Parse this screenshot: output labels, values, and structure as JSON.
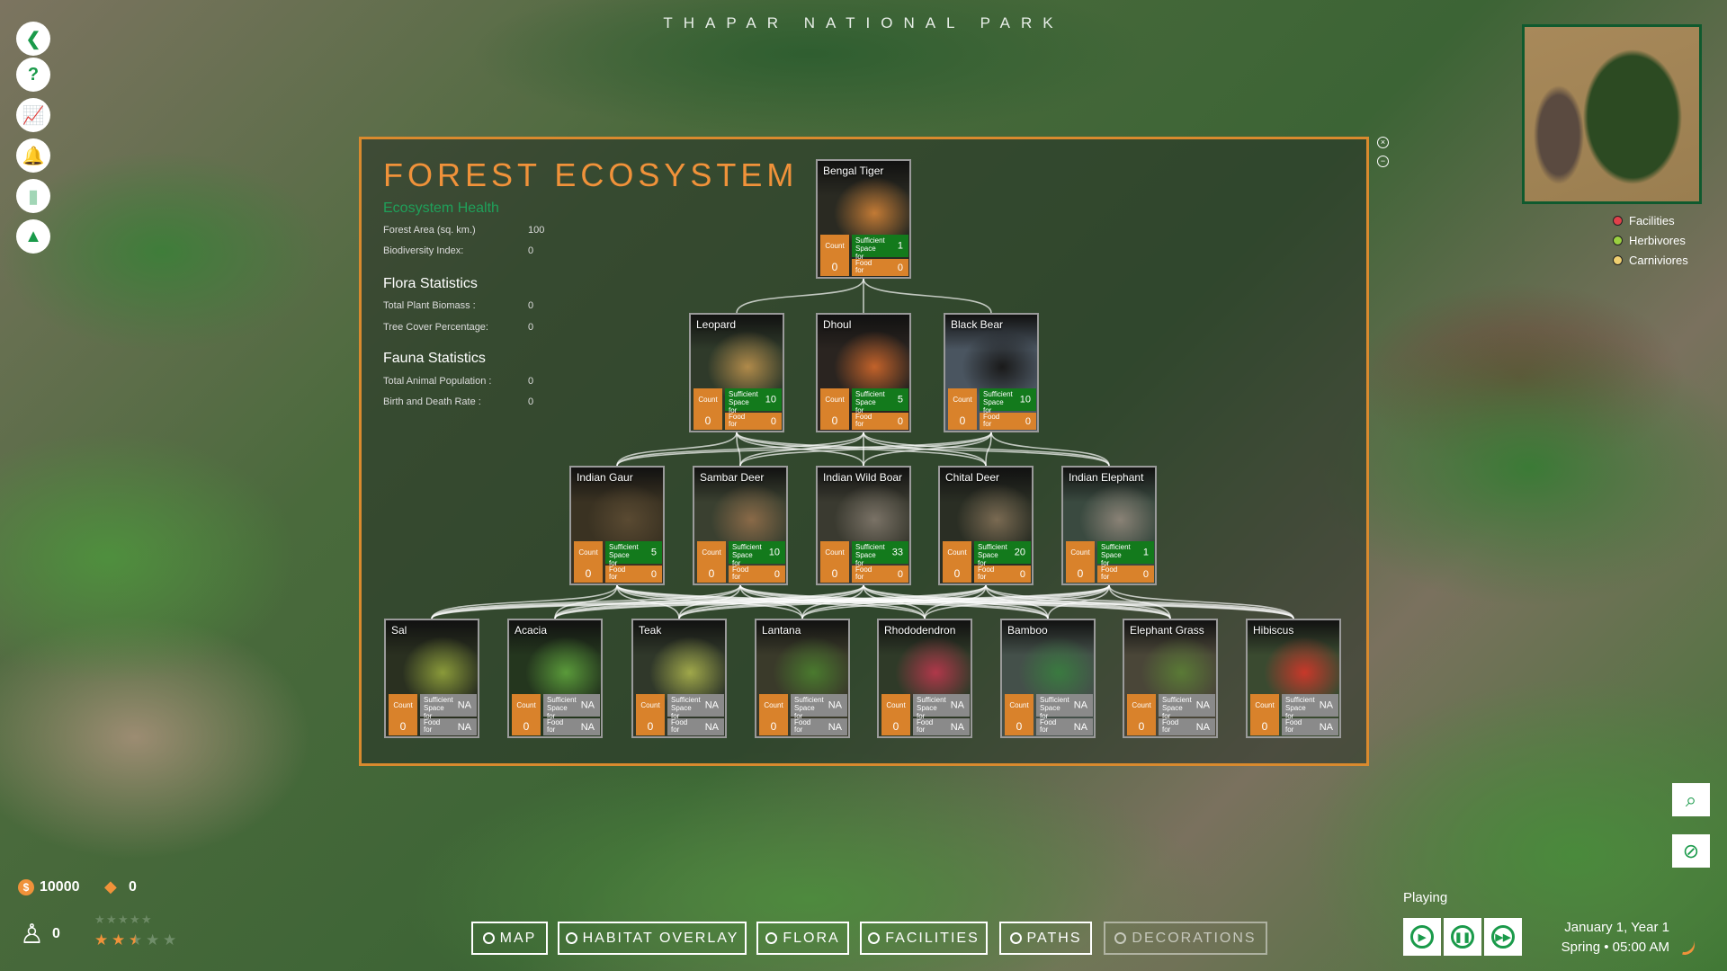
{
  "park_title": "THAPAR NATIONAL PARK",
  "sidebar": {
    "items": [
      {
        "icon": "back-arrow-icon",
        "glyph": "❮"
      },
      {
        "icon": "help-icon",
        "glyph": "?"
      },
      {
        "icon": "stats-chart-icon",
        "glyph": "📈"
      },
      {
        "icon": "bell-icon",
        "glyph": "🔔"
      },
      {
        "icon": "leaderboard-icon",
        "glyph": "▮"
      },
      {
        "icon": "pyramid-icon",
        "glyph": "▲"
      }
    ]
  },
  "panel": {
    "title": "FOREST ECOSYSTEM",
    "ecosystem_health": {
      "heading": "Ecosystem Health",
      "rows": [
        {
          "label": "Forest Area (sq. km.)",
          "value": "100"
        },
        {
          "label": "Biodiversity Index:",
          "value": "0"
        }
      ]
    },
    "flora": {
      "heading": "Flora Statistics",
      "rows": [
        {
          "label": "Total Plant Biomass :",
          "value": "0"
        },
        {
          "label": "Tree Cover Percentage:",
          "value": "0"
        }
      ]
    },
    "fauna": {
      "heading": "Fauna Statistics",
      "rows": [
        {
          "label": "Total Animal Population :",
          "value": "0"
        },
        {
          "label": "Birth and Death Rate :",
          "value": "0"
        }
      ]
    },
    "labels": {
      "count": "Count",
      "space": "Sufficient Space for",
      "food": "Food for"
    },
    "tiers": [
      [
        {
          "name": "Bengal Tiger",
          "count": "0",
          "space": "1",
          "food": "0",
          "colors": [
            "#c27a35",
            "#2a2a22"
          ]
        }
      ],
      [
        {
          "name": "Leopard",
          "count": "0",
          "space": "10",
          "food": "0",
          "colors": [
            "#b08a4a",
            "#2f3a2a"
          ]
        },
        {
          "name": "Dhoul",
          "count": "0",
          "space": "5",
          "food": "0",
          "colors": [
            "#c2622a",
            "#2a2420"
          ]
        },
        {
          "name": "Black Bear",
          "count": "0",
          "space": "10",
          "food": "0",
          "colors": [
            "#1a1a1a",
            "#4a5560"
          ]
        }
      ],
      [
        {
          "name": "Indian Gaur",
          "count": "0",
          "space": "5",
          "food": "0",
          "colors": [
            "#5a4a32",
            "#3a3222"
          ]
        },
        {
          "name": "Sambar Deer",
          "count": "0",
          "space": "10",
          "food": "0",
          "colors": [
            "#8a6a48",
            "#3a4030"
          ]
        },
        {
          "name": "Indian Wild Boar",
          "count": "0",
          "space": "33",
          "food": "0",
          "colors": [
            "#7a7266",
            "#3a3a30"
          ]
        },
        {
          "name": "Chital Deer",
          "count": "0",
          "space": "20",
          "food": "0",
          "colors": [
            "#7a6a52",
            "#2a2e24"
          ]
        },
        {
          "name": "Indian Elephant",
          "count": "0",
          "space": "1",
          "food": "0",
          "colors": [
            "#8a8276",
            "#3a4a40"
          ]
        }
      ],
      [
        {
          "name": "Sal",
          "count": "0",
          "space": "NA",
          "food": "NA",
          "colors": [
            "#8a9a3a",
            "#2a3020"
          ]
        },
        {
          "name": "Acacia",
          "count": "0",
          "space": "NA",
          "food": "NA",
          "colors": [
            "#5a9a3a",
            "#24361e"
          ]
        },
        {
          "name": "Teak",
          "count": "0",
          "space": "NA",
          "food": "NA",
          "colors": [
            "#a0a84a",
            "#30382a"
          ]
        },
        {
          "name": "Lantana",
          "count": "0",
          "space": "NA",
          "food": "NA",
          "colors": [
            "#4a7a2e",
            "#3a3a2a"
          ]
        },
        {
          "name": "Rhododendron",
          "count": "0",
          "space": "NA",
          "food": "NA",
          "colors": [
            "#b0384a",
            "#2f3a28"
          ]
        },
        {
          "name": "Bamboo",
          "count": "0",
          "space": "NA",
          "food": "NA",
          "colors": [
            "#3a7a40",
            "#44504a"
          ]
        },
        {
          "name": "Elephant Grass",
          "count": "0",
          "space": "NA",
          "food": "NA",
          "colors": [
            "#5a7a36",
            "#4a4638"
          ]
        },
        {
          "name": "Hibiscus",
          "count": "0",
          "space": "NA",
          "food": "NA",
          "colors": [
            "#c8382a",
            "#3a4a30"
          ]
        }
      ]
    ]
  },
  "minimap": {
    "legend": [
      {
        "label": "Facilities",
        "color": "#e0404a"
      },
      {
        "label": "Herbivores",
        "color": "#9ad040"
      },
      {
        "label": "Carniviores",
        "color": "#f0d070"
      }
    ]
  },
  "resources": {
    "money": "10000",
    "gems": "0",
    "staff": "0",
    "rating_stars": 2.5,
    "rating_max": 5
  },
  "bottom_menu": [
    {
      "label": "MAP",
      "enabled": true
    },
    {
      "label": "HABITAT OVERLAY",
      "enabled": true
    },
    {
      "label": "FLORA",
      "enabled": true
    },
    {
      "label": "FACILITIES",
      "enabled": true
    },
    {
      "label": "PATHS",
      "enabled": true
    },
    {
      "label": "DECORATIONS",
      "enabled": false
    }
  ],
  "time": {
    "status": "Playing",
    "date": "January 1, Year 1",
    "season_time": "Spring • 05:00 AM"
  },
  "colors": {
    "accent": "#d98a2e",
    "green": "#1a9a4a",
    "space_ok": "#137a1c"
  }
}
